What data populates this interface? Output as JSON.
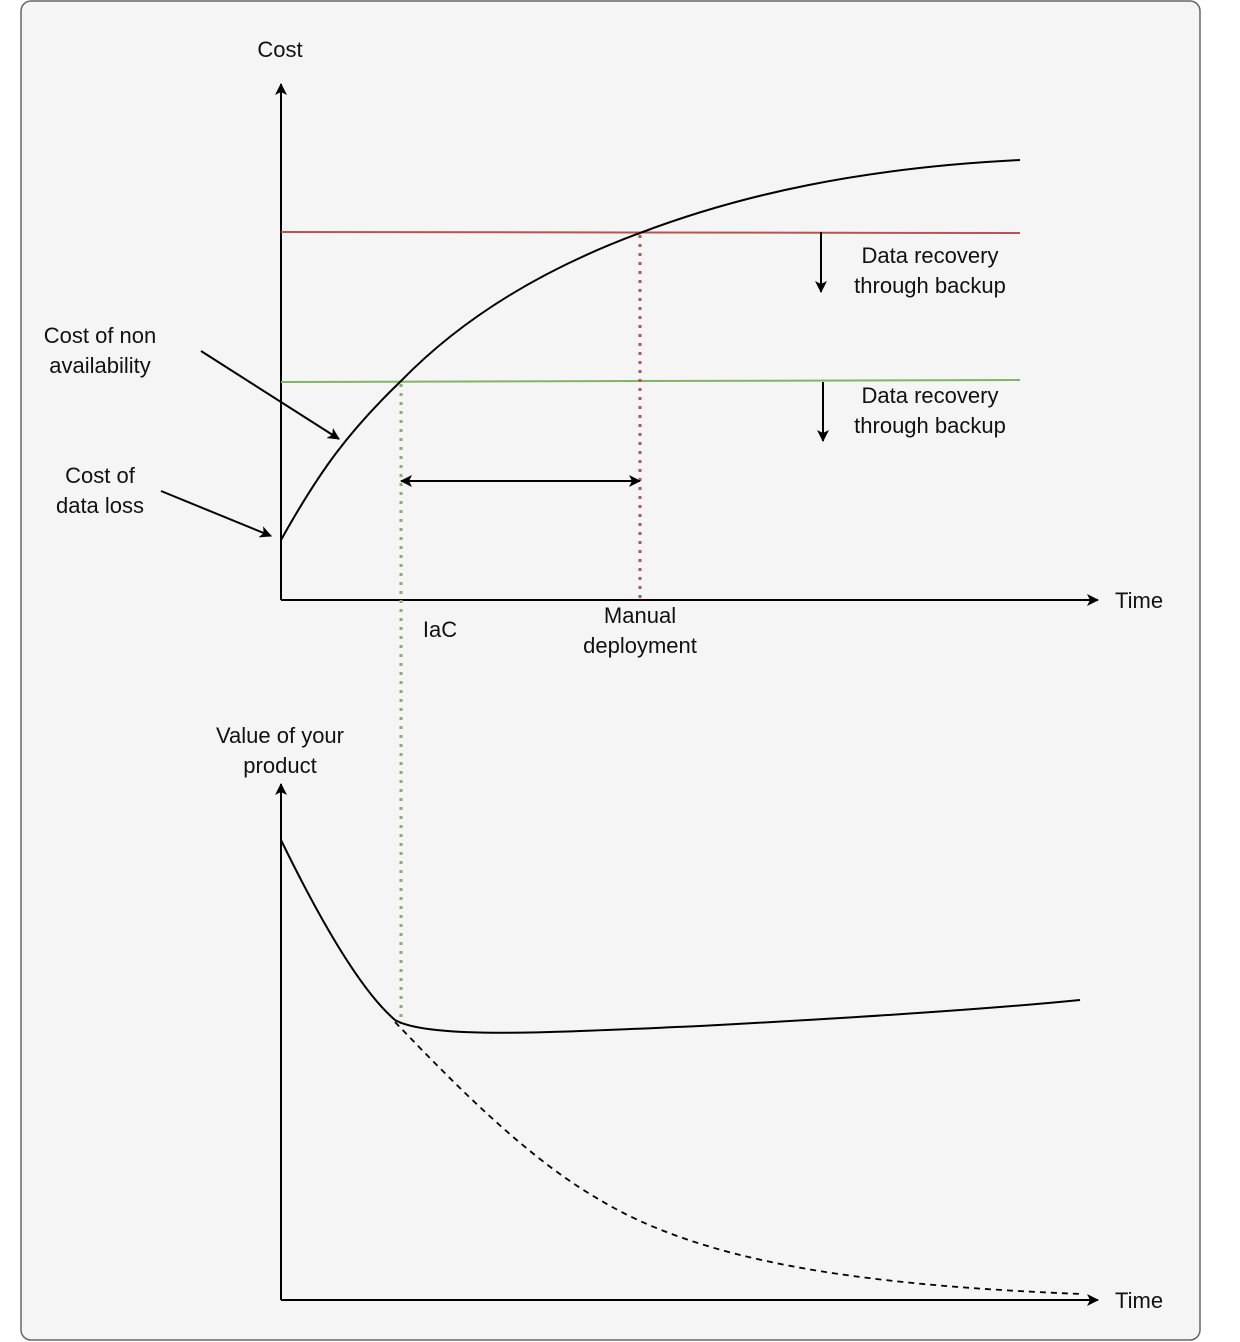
{
  "labels": {
    "cost_axis": "Cost",
    "time_axis_top": "Time",
    "time_axis_bottom": "Time",
    "value_axis_line1": "Value of your",
    "value_axis_line2": "product",
    "non_avail_line1": "Cost of non",
    "non_avail_line2": "availability",
    "data_loss_line1": "Cost of",
    "data_loss_line2": "data loss",
    "recovery_red_line1": "Data recovery",
    "recovery_red_line2": "through backup",
    "recovery_green_line1": "Data recovery",
    "recovery_green_line2": "through backup",
    "iac": "IaC",
    "manual_line1": "Manual",
    "manual_line2": "deployment"
  },
  "colors": {
    "background": "#f5f5f5",
    "frame": "#666666",
    "ink": "#000000",
    "manual_threshold": "#b85450",
    "iac_threshold": "#82b366"
  }
}
